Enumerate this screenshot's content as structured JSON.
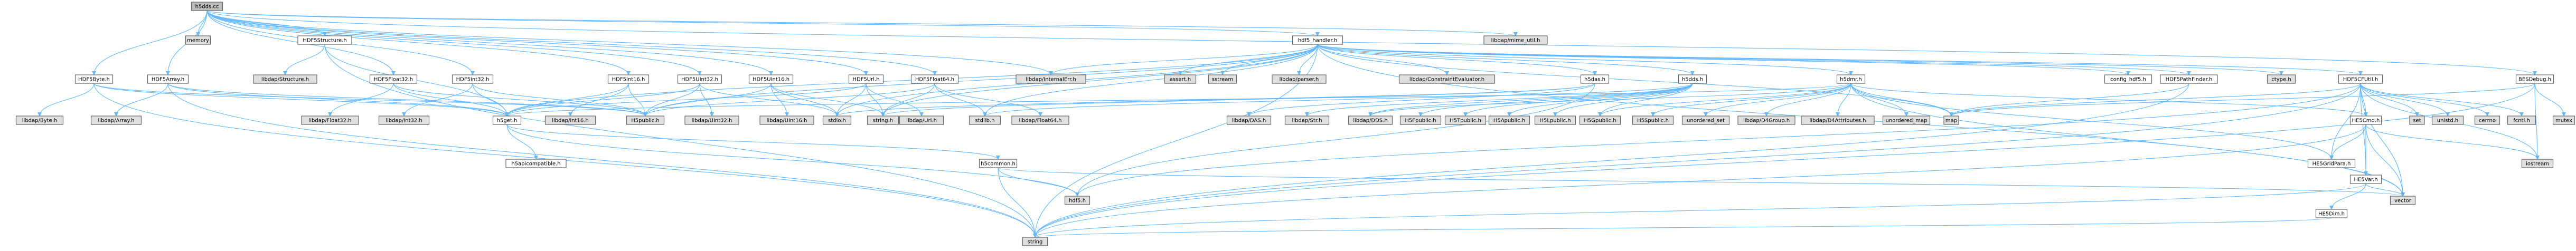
{
  "colors": {
    "background": "#ffffff",
    "node_fill": "#ffffff",
    "external_fill": "#e0e0e0",
    "root_fill": "#bfbfbf",
    "node_border": "#666666",
    "edge": "#63b8ff"
  },
  "nodes": [
    {
      "id": "root",
      "label": "h5dds.cc",
      "kind": "root"
    },
    {
      "id": "memory",
      "label": "memory",
      "kind": "external"
    },
    {
      "id": "HDF5Structure.h",
      "label": "HDF5Structure.h",
      "kind": "file"
    },
    {
      "id": "libdap/Structure.h",
      "label": "libdap/Structure.h",
      "kind": "external"
    },
    {
      "id": "hdf5_handler.h",
      "label": "hdf5_handler.h",
      "kind": "file"
    },
    {
      "id": "libdap/mime_util.h",
      "label": "libdap/mime_util.h",
      "kind": "external"
    },
    {
      "id": "HDF5Byte.h",
      "label": "HDF5Byte.h",
      "kind": "file"
    },
    {
      "id": "HDF5Array.h",
      "label": "HDF5Array.h",
      "kind": "file"
    },
    {
      "id": "HDF5Float32.h",
      "label": "HDF5Float32.h",
      "kind": "file"
    },
    {
      "id": "HDF5Int32.h",
      "label": "HDF5Int32.h",
      "kind": "file"
    },
    {
      "id": "HDF5Int16.h",
      "label": "HDF5Int16.h",
      "kind": "file"
    },
    {
      "id": "HDF5UInt32.h",
      "label": "HDF5UInt32.h",
      "kind": "file"
    },
    {
      "id": "HDF5UInt16.h",
      "label": "HDF5UInt16.h",
      "kind": "file"
    },
    {
      "id": "HDF5Url.h",
      "label": "HDF5Url.h",
      "kind": "file"
    },
    {
      "id": "HDF5Float64.h",
      "label": "HDF5Float64.h",
      "kind": "file"
    },
    {
      "id": "libdap/InternalErr.h",
      "label": "libdap/InternalErr.h",
      "kind": "external"
    },
    {
      "id": "assert.h",
      "label": "assert.h",
      "kind": "external"
    },
    {
      "id": "sstream",
      "label": "sstream",
      "kind": "external"
    },
    {
      "id": "libdap/parser.h",
      "label": "libdap/parser.h",
      "kind": "external"
    },
    {
      "id": "libdap/ConstraintEvaluator.h",
      "label": "libdap/ConstraintEvaluator.h",
      "kind": "external"
    },
    {
      "id": "h5das.h",
      "label": "h5das.h",
      "kind": "file"
    },
    {
      "id": "h5dds.h",
      "label": "h5dds.h",
      "kind": "file"
    },
    {
      "id": "h5dmr.h",
      "label": "h5dmr.h",
      "kind": "file"
    },
    {
      "id": "HDF5PathFinder.h",
      "label": "HDF5PathFinder.h",
      "kind": "file"
    },
    {
      "id": "config_hdf5.h",
      "label": "config_hdf5.h",
      "kind": "file"
    },
    {
      "id": "ctype.h",
      "label": "ctype.h",
      "kind": "external"
    },
    {
      "id": "HDF5CFUtil.h",
      "label": "HDF5CFUtil.h",
      "kind": "file"
    },
    {
      "id": "BESDebug.h",
      "label": "BESDebug.h",
      "kind": "file"
    },
    {
      "id": "mutex",
      "label": "mutex",
      "kind": "external"
    },
    {
      "id": "libdap/Byte.h",
      "label": "libdap/Byte.h",
      "kind": "external"
    },
    {
      "id": "libdap/Array.h",
      "label": "libdap/Array.h",
      "kind": "external"
    },
    {
      "id": "H5public.h",
      "label": "H5public.h",
      "kind": "external"
    },
    {
      "id": "h5get.h",
      "label": "h5get.h",
      "kind": "file"
    },
    {
      "id": "libdap/Float32.h",
      "label": "libdap/Float32.h",
      "kind": "external"
    },
    {
      "id": "libdap/Int32.h",
      "label": "libdap/Int32.h",
      "kind": "external"
    },
    {
      "id": "libdap/Int16.h",
      "label": "libdap/Int16.h",
      "kind": "external"
    },
    {
      "id": "libdap/UInt32.h",
      "label": "libdap/UInt32.h",
      "kind": "external"
    },
    {
      "id": "libdap/UInt16.h",
      "label": "libdap/UInt16.h",
      "kind": "external"
    },
    {
      "id": "stdio.h",
      "label": "stdio.h",
      "kind": "external"
    },
    {
      "id": "string.h",
      "label": "string.h",
      "kind": "external"
    },
    {
      "id": "libdap/Url.h",
      "label": "libdap/Url.h",
      "kind": "external"
    },
    {
      "id": "stdlib.h",
      "label": "stdlib.h",
      "kind": "external"
    },
    {
      "id": "libdap/Float64.h",
      "label": "libdap/Float64.h",
      "kind": "external"
    },
    {
      "id": "libdap/DAS.h",
      "label": "libdap/DAS.h",
      "kind": "external"
    },
    {
      "id": "libdap/Str.h",
      "label": "libdap/Str.h",
      "kind": "external"
    },
    {
      "id": "libdap/DDS.h",
      "label": "libdap/DDS.h",
      "kind": "external"
    },
    {
      "id": "H5Fpublic.h",
      "label": "H5Fpublic.h",
      "kind": "external"
    },
    {
      "id": "H5Tpublic.h",
      "label": "H5Tpublic.h",
      "kind": "external"
    },
    {
      "id": "H5Apublic.h",
      "label": "H5Apublic.h",
      "kind": "external"
    },
    {
      "id": "H5Lpublic.h",
      "label": "H5Lpublic.h",
      "kind": "external"
    },
    {
      "id": "H5Gpublic.h",
      "label": "H5Gpublic.h",
      "kind": "external"
    },
    {
      "id": "H5Spublic.h",
      "label": "H5Spublic.h",
      "kind": "external"
    },
    {
      "id": "unordered_set",
      "label": "unordered_set",
      "kind": "external"
    },
    {
      "id": "libdap/D4Group.h",
      "label": "libdap/D4Group.h",
      "kind": "external"
    },
    {
      "id": "libdap/D4Attributes.h",
      "label": "libdap/D4Attributes.h",
      "kind": "external"
    },
    {
      "id": "unordered_map",
      "label": "unordered_map",
      "kind": "external"
    },
    {
      "id": "map",
      "label": "map",
      "kind": "external"
    },
    {
      "id": "HE5Cmd.h",
      "label": "HE5Cmd.h",
      "kind": "file"
    },
    {
      "id": "set",
      "label": "set",
      "kind": "external"
    },
    {
      "id": "unistd.h",
      "label": "unistd.h",
      "kind": "external"
    },
    {
      "id": "cerrno",
      "label": "cerrno",
      "kind": "external"
    },
    {
      "id": "fcntl.h",
      "label": "fcntl.h",
      "kind": "external"
    },
    {
      "id": "iostream",
      "label": "iostream",
      "kind": "external"
    },
    {
      "id": "h5common.h",
      "label": "h5common.h",
      "kind": "file"
    },
    {
      "id": "h5apicompatible.h",
      "label": "h5apicompatible.h",
      "kind": "file"
    },
    {
      "id": "HE5GridPara.h",
      "label": "HE5GridPara.h",
      "kind": "file"
    },
    {
      "id": "HE5Var.h",
      "label": "HE5Var.h",
      "kind": "file"
    },
    {
      "id": "hdf5.h",
      "label": "hdf5.h",
      "kind": "external"
    },
    {
      "id": "vector",
      "label": "vector",
      "kind": "external"
    },
    {
      "id": "HE5Dim.h",
      "label": "HE5Dim.h",
      "kind": "file"
    },
    {
      "id": "string",
      "label": "string",
      "kind": "external"
    }
  ],
  "edges": [
    [
      "root",
      "memory"
    ],
    [
      "root",
      "HDF5Structure.h"
    ],
    [
      "root",
      "hdf5_handler.h"
    ],
    [
      "root",
      "libdap/mime_util.h"
    ],
    [
      "root",
      "HDF5Byte.h"
    ],
    [
      "root",
      "HDF5Array.h"
    ],
    [
      "root",
      "HDF5Float32.h"
    ],
    [
      "root",
      "HDF5Int32.h"
    ],
    [
      "root",
      "HDF5Int16.h"
    ],
    [
      "root",
      "HDF5UInt32.h"
    ],
    [
      "root",
      "HDF5UInt16.h"
    ],
    [
      "root",
      "HDF5Url.h"
    ],
    [
      "root",
      "HDF5Float64.h"
    ],
    [
      "root",
      "libdap/InternalErr.h"
    ],
    [
      "root",
      "BESDebug.h"
    ],
    [
      "HDF5Structure.h",
      "libdap/Structure.h"
    ],
    [
      "HDF5Structure.h",
      "h5get.h"
    ],
    [
      "HDF5Structure.h",
      "string"
    ],
    [
      "hdf5_handler.h",
      "assert.h"
    ],
    [
      "hdf5_handler.h",
      "sstream"
    ],
    [
      "hdf5_handler.h",
      "libdap/parser.h"
    ],
    [
      "hdf5_handler.h",
      "libdap/ConstraintEvaluator.h"
    ],
    [
      "hdf5_handler.h",
      "libdap/InternalErr.h"
    ],
    [
      "hdf5_handler.h",
      "h5das.h"
    ],
    [
      "hdf5_handler.h",
      "h5dds.h"
    ],
    [
      "hdf5_handler.h",
      "h5dmr.h"
    ],
    [
      "hdf5_handler.h",
      "HDF5PathFinder.h"
    ],
    [
      "hdf5_handler.h",
      "config_hdf5.h"
    ],
    [
      "hdf5_handler.h",
      "ctype.h"
    ],
    [
      "hdf5_handler.h",
      "HDF5CFUtil.h"
    ],
    [
      "hdf5_handler.h",
      "stdio.h"
    ],
    [
      "hdf5_handler.h",
      "string.h"
    ],
    [
      "hdf5_handler.h",
      "stdlib.h"
    ],
    [
      "hdf5_handler.h",
      "H5public.h"
    ],
    [
      "hdf5_handler.h",
      "h5get.h"
    ],
    [
      "hdf5_handler.h",
      "string"
    ],
    [
      "hdf5_handler.h",
      "vector"
    ],
    [
      "hdf5_handler.h",
      "map"
    ],
    [
      "HDF5Byte.h",
      "libdap/Byte.h"
    ],
    [
      "HDF5Byte.h",
      "H5public.h"
    ],
    [
      "HDF5Byte.h",
      "h5get.h"
    ],
    [
      "HDF5Byte.h",
      "string"
    ],
    [
      "HDF5Array.h",
      "libdap/Array.h"
    ],
    [
      "HDF5Array.h",
      "H5public.h"
    ],
    [
      "HDF5Array.h",
      "h5get.h"
    ],
    [
      "HDF5Array.h",
      "string"
    ],
    [
      "HDF5Float32.h",
      "libdap/Float32.h"
    ],
    [
      "HDF5Float32.h",
      "H5public.h"
    ],
    [
      "HDF5Float32.h",
      "h5get.h"
    ],
    [
      "HDF5Int32.h",
      "libdap/Int32.h"
    ],
    [
      "HDF5Int32.h",
      "H5public.h"
    ],
    [
      "HDF5Int32.h",
      "h5get.h"
    ],
    [
      "HDF5Int16.h",
      "libdap/Int16.h"
    ],
    [
      "HDF5Int16.h",
      "H5public.h"
    ],
    [
      "HDF5Int16.h",
      "h5get.h"
    ],
    [
      "HDF5UInt32.h",
      "libdap/UInt32.h"
    ],
    [
      "HDF5UInt32.h",
      "H5public.h"
    ],
    [
      "HDF5UInt32.h",
      "stdio.h"
    ],
    [
      "HDF5UInt32.h",
      "h5get.h"
    ],
    [
      "HDF5UInt16.h",
      "libdap/UInt16.h"
    ],
    [
      "HDF5UInt16.h",
      "stdio.h"
    ],
    [
      "HDF5UInt16.h",
      "string.h"
    ],
    [
      "HDF5UInt16.h",
      "H5public.h"
    ],
    [
      "HDF5Url.h",
      "libdap/Url.h"
    ],
    [
      "HDF5Url.h",
      "stdio.h"
    ],
    [
      "HDF5Url.h",
      "string.h"
    ],
    [
      "HDF5Url.h",
      "h5get.h"
    ],
    [
      "HDF5Float64.h",
      "libdap/Float64.h"
    ],
    [
      "HDF5Float64.h",
      "stdlib.h"
    ],
    [
      "HDF5Float64.h",
      "string.h"
    ],
    [
      "HDF5Float64.h",
      "H5public.h"
    ],
    [
      "h5das.h",
      "libdap/DAS.h"
    ],
    [
      "h5das.h",
      "hdf5.h"
    ],
    [
      "h5das.h",
      "string.h"
    ],
    [
      "h5das.h",
      "stdio.h"
    ],
    [
      "h5dds.h",
      "libdap/Str.h"
    ],
    [
      "h5dds.h",
      "libdap/DDS.h"
    ],
    [
      "h5dds.h",
      "H5Fpublic.h"
    ],
    [
      "h5dds.h",
      "H5Tpublic.h"
    ],
    [
      "h5dds.h",
      "H5Apublic.h"
    ],
    [
      "h5dds.h",
      "H5Lpublic.h"
    ],
    [
      "h5dds.h",
      "H5Gpublic.h"
    ],
    [
      "h5dds.h",
      "stdlib.h"
    ],
    [
      "h5dmr.h",
      "H5Gpublic.h"
    ],
    [
      "h5dmr.h",
      "H5Spublic.h"
    ],
    [
      "h5dmr.h",
      "unordered_set"
    ],
    [
      "h5dmr.h",
      "libdap/D4Group.h"
    ],
    [
      "h5dmr.h",
      "libdap/D4Attributes.h"
    ],
    [
      "h5dmr.h",
      "unordered_map"
    ],
    [
      "h5dmr.h",
      "map"
    ],
    [
      "h5dmr.h",
      "HE5Cmd.h"
    ],
    [
      "h5dmr.h",
      "h5get.h"
    ],
    [
      "h5dmr.h",
      "HE5GridPara.h"
    ],
    [
      "h5dmr.h",
      "vector"
    ],
    [
      "h5dmr.h",
      "libdap/DDS.h"
    ],
    [
      "HDF5PathFinder.h",
      "map"
    ],
    [
      "HDF5PathFinder.h",
      "string"
    ],
    [
      "HDF5CFUtil.h",
      "set"
    ],
    [
      "HDF5CFUtil.h",
      "unistd.h"
    ],
    [
      "HDF5CFUtil.h",
      "cerrno"
    ],
    [
      "HDF5CFUtil.h",
      "fcntl.h"
    ],
    [
      "HDF5CFUtil.h",
      "iostream"
    ],
    [
      "HDF5CFUtil.h",
      "map"
    ],
    [
      "HDF5CFUtil.h",
      "HE5Cmd.h"
    ],
    [
      "HDF5CFUtil.h",
      "HE5GridPara.h"
    ],
    [
      "HDF5CFUtil.h",
      "hdf5.h"
    ],
    [
      "HDF5CFUtil.h",
      "vector"
    ],
    [
      "HDF5CFUtil.h",
      "string"
    ],
    [
      "HDF5CFUtil.h",
      "HE5Var.h"
    ],
    [
      "BESDebug.h",
      "mutex"
    ],
    [
      "BESDebug.h",
      "map"
    ],
    [
      "BESDebug.h",
      "iostream"
    ],
    [
      "BESDebug.h",
      "string"
    ],
    [
      "h5get.h",
      "h5common.h"
    ],
    [
      "h5get.h",
      "h5apicompatible.h"
    ],
    [
      "h5get.h",
      "hdf5.h"
    ],
    [
      "h5common.h",
      "hdf5.h"
    ],
    [
      "h5common.h",
      "string"
    ],
    [
      "h5common.h",
      "vector"
    ],
    [
      "HE5Cmd.h",
      "HE5GridPara.h"
    ],
    [
      "HE5Cmd.h",
      "HE5Var.h"
    ],
    [
      "HE5Cmd.h",
      "iostream"
    ],
    [
      "HE5Cmd.h",
      "vector"
    ],
    [
      "HE5Cmd.h",
      "string"
    ],
    [
      "HE5Var.h",
      "HE5Dim.h"
    ],
    [
      "HE5Var.h",
      "vector"
    ],
    [
      "HE5Var.h",
      "string"
    ],
    [
      "HE5Dim.h",
      "string"
    ]
  ]
}
